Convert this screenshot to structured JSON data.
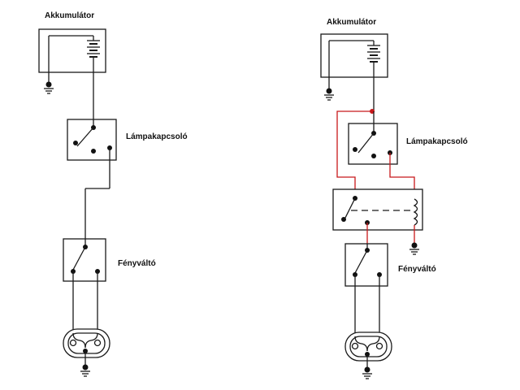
{
  "left": {
    "battery_label": "Akkumulátor",
    "light_switch_label": "Lámpakapcsoló",
    "dimmer_switch_label": "Fényváltó"
  },
  "right": {
    "battery_label": "Akkumulátor",
    "light_switch_label": "Lámpakapcsoló",
    "dimmer_switch_label": "Fényváltó"
  },
  "colors": {
    "wire": "#1a1a1a",
    "highlight_wire": "#c8181a"
  }
}
